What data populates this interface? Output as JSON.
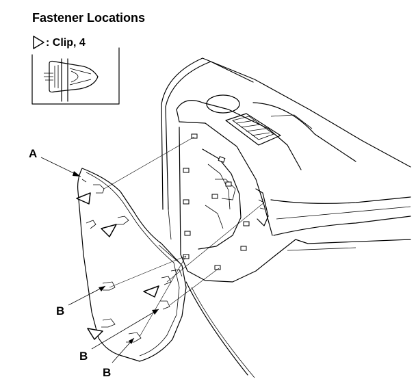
{
  "title": "Fastener Locations",
  "legend": {
    "symbol": "clip-triangle-icon",
    "text": ": Clip, 4"
  },
  "callouts": {
    "a": "A",
    "b1": "B",
    "b2": "B",
    "b3": "B"
  }
}
